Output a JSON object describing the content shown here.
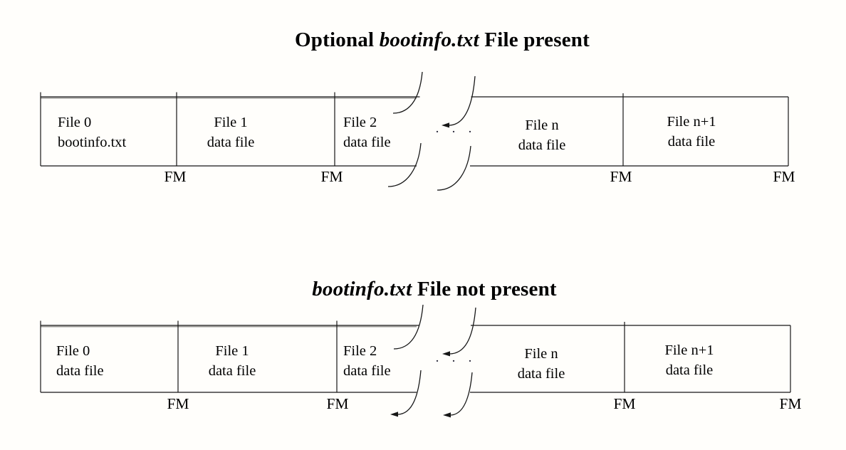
{
  "colors": {
    "line": "#161616",
    "tape_top_shadow": "#9b9b97",
    "text": "#000000",
    "background": "#fffefb"
  },
  "diagrams": [
    {
      "id": "bootinfo-present",
      "title": {
        "prefix": "Optional ",
        "filename": "bootinfo.txt",
        "suffix": " File present"
      },
      "cells": [
        {
          "line1": "File 0",
          "line2": "bootinfo.txt"
        },
        {
          "line1": "File 1",
          "line2": "data file"
        },
        {
          "line1": "File 2",
          "line2": "data file"
        },
        {
          "line1": "File n",
          "line2": "data file"
        },
        {
          "line1": "File n+1",
          "line2": "data file"
        }
      ],
      "file_marks": [
        "FM",
        "FM",
        "FM",
        "FM"
      ],
      "ellipsis": ". . ."
    },
    {
      "id": "bootinfo-absent",
      "title": {
        "prefix": "",
        "filename": "bootinfo.txt",
        "suffix": " File not present"
      },
      "cells": [
        {
          "line1": "File 0",
          "line2": "data file"
        },
        {
          "line1": "File 1",
          "line2": "data file"
        },
        {
          "line1": "File 2",
          "line2": "data file"
        },
        {
          "line1": "File n",
          "line2": "data file"
        },
        {
          "line1": "File n+1",
          "line2": "data file"
        }
      ],
      "file_marks": [
        "FM",
        "FM",
        "FM",
        "FM"
      ],
      "ellipsis": ". . ."
    }
  ]
}
